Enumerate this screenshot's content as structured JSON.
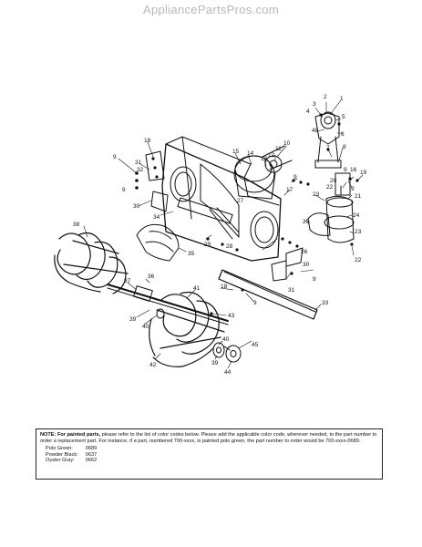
{
  "header": {
    "site": "AppliancePartsPros.com"
  },
  "callouts": [
    {
      "n": "1"
    },
    {
      "n": "2"
    },
    {
      "n": "3"
    },
    {
      "n": "4"
    },
    {
      "n": "5"
    },
    {
      "n": "46"
    },
    {
      "n": "6"
    },
    {
      "n": "7"
    },
    {
      "n": "8"
    },
    {
      "n": "9"
    },
    {
      "n": "16"
    },
    {
      "n": "19"
    },
    {
      "n": "9"
    },
    {
      "n": "20"
    },
    {
      "n": "22"
    },
    {
      "n": "23"
    },
    {
      "n": "21"
    },
    {
      "n": "24"
    },
    {
      "n": "25"
    },
    {
      "n": "23"
    },
    {
      "n": "22"
    },
    {
      "n": "15"
    },
    {
      "n": "14"
    },
    {
      "n": "13"
    },
    {
      "n": "10"
    },
    {
      "n": "11"
    },
    {
      "n": "12"
    },
    {
      "n": "9"
    },
    {
      "n": "17"
    },
    {
      "n": "18"
    },
    {
      "n": "9"
    },
    {
      "n": "31"
    },
    {
      "n": "32"
    },
    {
      "n": "9"
    },
    {
      "n": "30"
    },
    {
      "n": "34"
    },
    {
      "n": "27"
    },
    {
      "n": "28"
    },
    {
      "n": "29"
    },
    {
      "n": "26"
    },
    {
      "n": "30"
    },
    {
      "n": "9"
    },
    {
      "n": "31"
    },
    {
      "n": "38"
    },
    {
      "n": "35"
    },
    {
      "n": "36"
    },
    {
      "n": "37"
    },
    {
      "n": "39"
    },
    {
      "n": "40"
    },
    {
      "n": "18"
    },
    {
      "n": "9"
    },
    {
      "n": "33"
    },
    {
      "n": "41"
    },
    {
      "n": "43"
    },
    {
      "n": "42"
    },
    {
      "n": "40"
    },
    {
      "n": "39"
    },
    {
      "n": "45"
    },
    {
      "n": "44"
    }
  ],
  "note": {
    "label": "NOTE: For painted parts,",
    "text": " please refer to the list of color codes below. Please add the applicable color code, wherever needed, to the part number to order a replacement part. For instance, if a part, numbered 700-xxxx, is painted polo green, the part number to order would be 700-xxxx-0689.",
    "colors": [
      {
        "name": "Polo Green:",
        "code": "0689"
      },
      {
        "name": "Powder Black:",
        "code": "0637"
      },
      {
        "name": "Oyster Gray:",
        "code": "0662"
      }
    ]
  }
}
